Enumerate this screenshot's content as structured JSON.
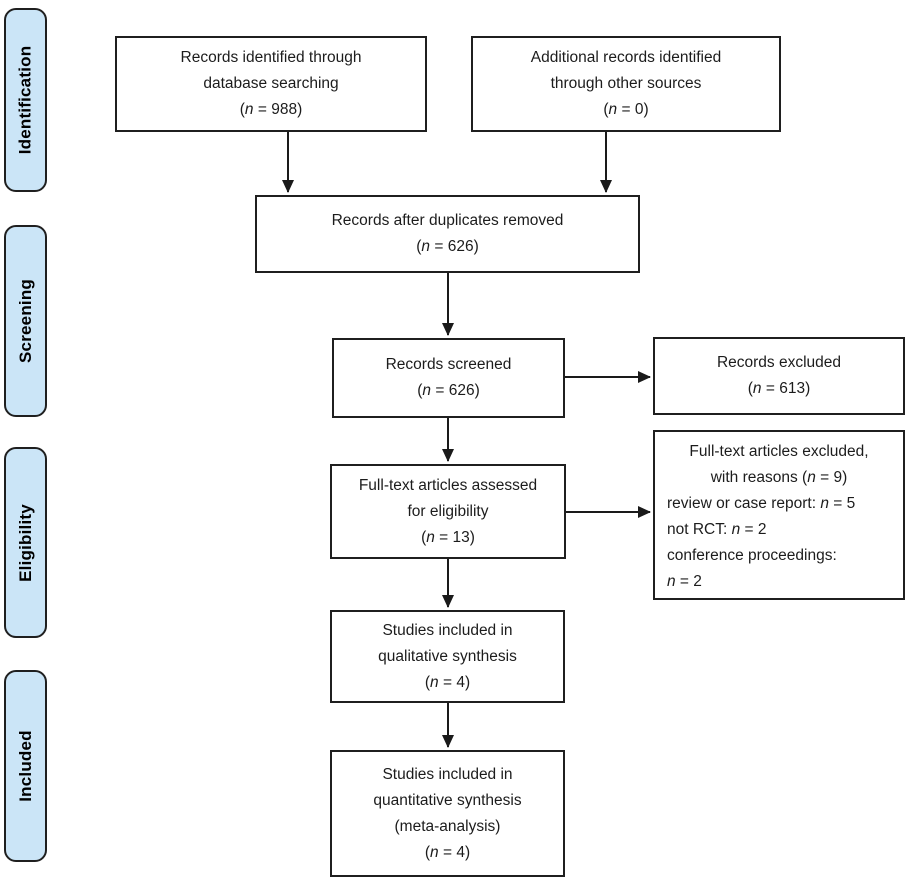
{
  "colors": {
    "stage_fill": "#cbe5f7",
    "border_color": "#1f1f1f",
    "arrow_color": "#1a1a1a"
  },
  "stages": [
    {
      "label": "Identification"
    },
    {
      "label": "Screening"
    },
    {
      "label": "Eligibility"
    },
    {
      "label": "Included"
    }
  ],
  "boxes": {
    "identified_database": {
      "lines": [
        "Records identified through",
        "database searching",
        "(n = 988)"
      ]
    },
    "identified_other": {
      "lines": [
        "Additional records identified",
        "through other sources",
        "(n = 0)"
      ]
    },
    "duplicates_removed": {
      "lines": [
        "Records after duplicates removed",
        "(n = 626)"
      ]
    },
    "records_screened": {
      "lines": [
        "Records screened",
        "(n = 626)"
      ]
    },
    "records_excluded": {
      "lines": [
        "Records excluded",
        "(n = 613)"
      ]
    },
    "fulltext_assessed": {
      "lines": [
        "Full-text articles assessed",
        "for eligibility",
        "(n = 13)"
      ]
    },
    "fulltext_excluded": {
      "lines_centered": [
        "Full-text articles excluded,",
        "with reasons (n = 9)"
      ],
      "lines_left": [
        "review or case report: n = 5",
        "not RCT: n = 2",
        "conference proceedings:",
        "n = 2"
      ]
    },
    "qualitative_synthesis": {
      "lines": [
        "Studies included in",
        "qualitative synthesis",
        "(n = 4)"
      ]
    },
    "quantitative_synthesis": {
      "lines": [
        "Studies included in",
        "quantitative synthesis",
        "(meta-analysis)",
        "(n = 4)"
      ]
    }
  }
}
